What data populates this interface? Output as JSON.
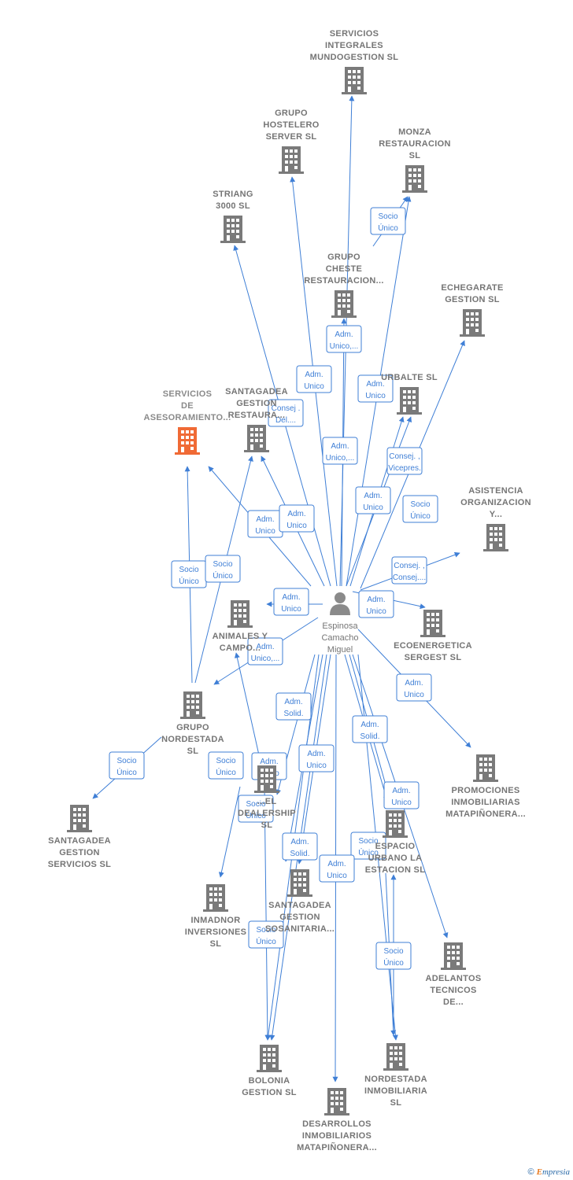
{
  "person": {
    "name_lines": [
      "Espinosa",
      "Camacho",
      "Miguel"
    ]
  },
  "companies": [
    {
      "id": "servicios-integrales",
      "label": [
        "SERVICIOS",
        "INTEGRALES",
        "MUNDOGESTION SL"
      ]
    },
    {
      "id": "grupo-hostelero",
      "label": [
        "GRUPO",
        "HOSTELERO",
        "SERVER SL"
      ]
    },
    {
      "id": "monza",
      "label": [
        "MONZA",
        "RESTAURACION",
        "SL"
      ]
    },
    {
      "id": "striang",
      "label": [
        "STRIANG",
        "3000 SL"
      ]
    },
    {
      "id": "grupo-cheste",
      "label": [
        "GRUPO",
        "CHESTE",
        "RESTAURACION..."
      ]
    },
    {
      "id": "echegarate",
      "label": [
        "ECHEGARATE",
        "GESTION SL"
      ]
    },
    {
      "id": "servicios-asesoramiento",
      "label": [
        "SERVICIOS",
        "DE",
        "ASESORAMIENTO..."
      ],
      "highlight": true
    },
    {
      "id": "santagadea-restaura",
      "label": [
        "SANTAGADEA",
        "GESTION",
        "RESTAURA..."
      ]
    },
    {
      "id": "urbalte",
      "label": [
        "URBALTE SL"
      ]
    },
    {
      "id": "asistencia",
      "label": [
        "ASISTENCIA",
        "ORGANIZACION",
        "Y..."
      ]
    },
    {
      "id": "animales",
      "label": [
        "ANIMALES Y",
        "CAMPO..."
      ]
    },
    {
      "id": "ecoenergetica",
      "label": [
        "ECOENERGETICA",
        "SERGEST SL"
      ]
    },
    {
      "id": "grupo-nordestada",
      "label": [
        "GRUPO",
        "NORDESTADA",
        "SL"
      ]
    },
    {
      "id": "promociones",
      "label": [
        "PROMOCIONES",
        "INMOBILIARIAS",
        "MATAPIÑONERA..."
      ]
    },
    {
      "id": "santagadea-servicios",
      "label": [
        "SANTAGADEA",
        "GESTION",
        "SERVICIOS SL"
      ]
    },
    {
      "id": "dealership",
      "label": [
        "...EL",
        "DEALERSHIP",
        "SL"
      ]
    },
    {
      "id": "espacio-urbano",
      "label": [
        "ESPACIO",
        "URBANO LA",
        "ESTACION SL"
      ]
    },
    {
      "id": "santagadea-sanitaria",
      "label": [
        "SANTAGADEA",
        "GESTION",
        "SOSANITARIA..."
      ]
    },
    {
      "id": "inmadnor",
      "label": [
        "INMADNOR",
        "INVERSIONES",
        "SL"
      ]
    },
    {
      "id": "adelantos",
      "label": [
        "ADELANTOS",
        "TECNICOS",
        "DE..."
      ]
    },
    {
      "id": "bolonia",
      "label": [
        "BOLONIA",
        "GESTION SL"
      ]
    },
    {
      "id": "nordestada-inmobiliaria",
      "label": [
        "NORDESTADA",
        "INMOBILIARIA",
        "SL"
      ]
    },
    {
      "id": "desarrollos",
      "label": [
        "DESARROLLOS",
        "INMOBILIARIOS",
        "MATAPIÑONERA..."
      ]
    }
  ],
  "relations": [
    {
      "id": "r1",
      "lines": [
        "Socio",
        "Único"
      ]
    },
    {
      "id": "r2",
      "lines": [
        "Adm.",
        "Unico,..."
      ]
    },
    {
      "id": "r3",
      "lines": [
        "Adm.",
        "Unico"
      ]
    },
    {
      "id": "r4",
      "lines": [
        "Adm.",
        "Unico"
      ]
    },
    {
      "id": "r5",
      "lines": [
        "Consej .",
        "Del...."
      ]
    },
    {
      "id": "r6",
      "lines": [
        "Adm.",
        "Unico,..."
      ]
    },
    {
      "id": "r7",
      "lines": [
        "Consej. ,",
        "Vicepres."
      ]
    },
    {
      "id": "r8",
      "lines": [
        "Adm.",
        "Unico"
      ]
    },
    {
      "id": "r9",
      "lines": [
        "Socio",
        "Único"
      ]
    },
    {
      "id": "r10",
      "lines": [
        "Adm.",
        "Unico"
      ]
    },
    {
      "id": "r11",
      "lines": [
        "Adm.",
        "Unico"
      ]
    },
    {
      "id": "r12",
      "lines": [
        "Socio",
        "Único"
      ]
    },
    {
      "id": "r13",
      "lines": [
        "Socio",
        "Único"
      ]
    },
    {
      "id": "r14",
      "lines": [
        "Consej. ,",
        "Consej...."
      ]
    },
    {
      "id": "r15",
      "lines": [
        "Adm.",
        "Unico"
      ]
    },
    {
      "id": "r16",
      "lines": [
        "Adm.",
        "Unico"
      ]
    },
    {
      "id": "r17",
      "lines": [
        "Adm.",
        "Unico,..."
      ]
    },
    {
      "id": "r18",
      "lines": [
        "Adm.",
        "Unico"
      ]
    },
    {
      "id": "r19",
      "lines": [
        "Adm.",
        "Solid."
      ]
    },
    {
      "id": "r20",
      "lines": [
        "Adm.",
        "Solid."
      ]
    },
    {
      "id": "r21",
      "lines": [
        "Socio",
        "Único"
      ]
    },
    {
      "id": "r22",
      "lines": [
        "Socio",
        "Único"
      ]
    },
    {
      "id": "r23",
      "lines": [
        "Adm.",
        "Unico"
      ]
    },
    {
      "id": "r24",
      "lines": [
        "Adm.",
        "Unico"
      ]
    },
    {
      "id": "r25",
      "lines": [
        "Adm.",
        "Unico"
      ]
    },
    {
      "id": "r26",
      "lines": [
        "Socio",
        "Único"
      ]
    },
    {
      "id": "r27",
      "lines": [
        "Adm.",
        "Solid."
      ]
    },
    {
      "id": "r28",
      "lines": [
        "Socio",
        "Único"
      ]
    },
    {
      "id": "r29",
      "lines": [
        "Adm.",
        "Unico"
      ]
    },
    {
      "id": "r30",
      "lines": [
        "Socio",
        "Único"
      ]
    },
    {
      "id": "r31",
      "lines": [
        "Socio",
        "Único"
      ]
    }
  ],
  "colors": {
    "edge": "#3f7fd6",
    "building": "#7a7a7a",
    "highlight": "#f06a35",
    "person": "#8a8a8a"
  },
  "footer": {
    "copyright": "©",
    "brand_first": "E",
    "brand_rest": "mpresia"
  }
}
